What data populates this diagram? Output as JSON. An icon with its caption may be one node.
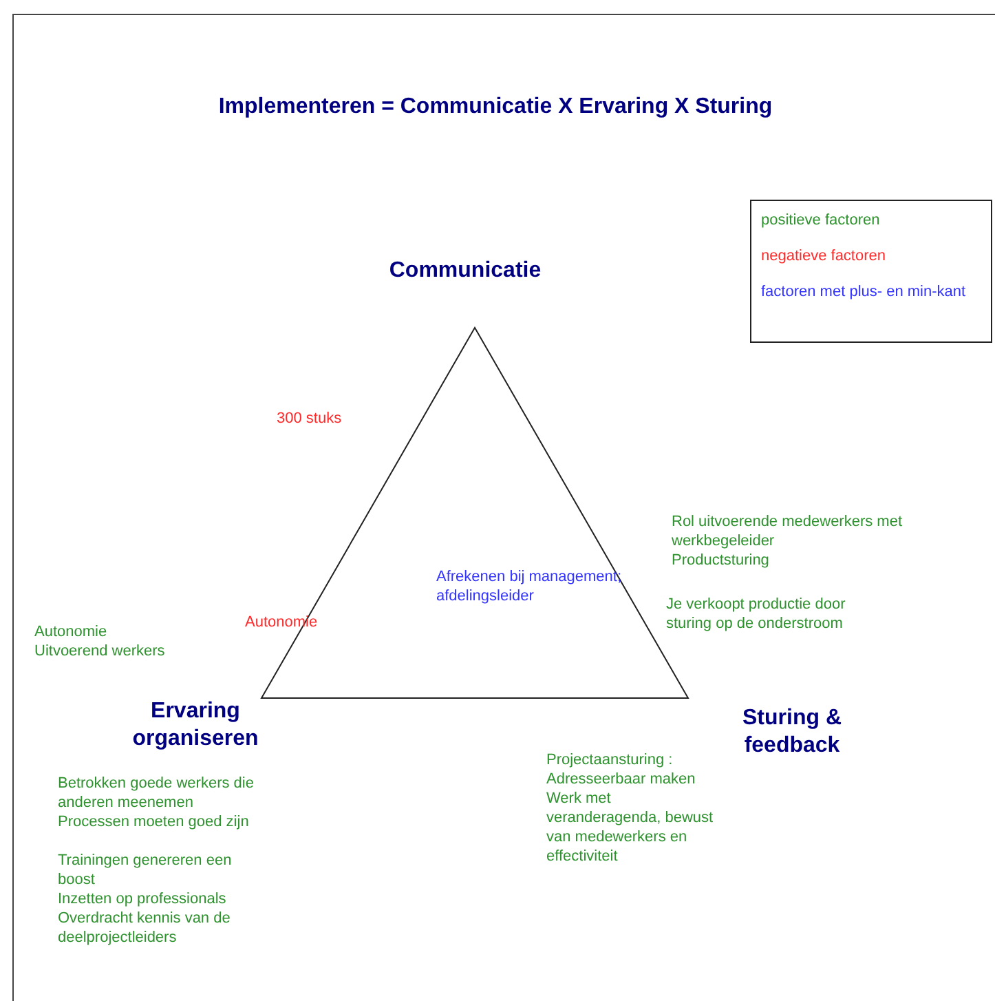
{
  "diagram": {
    "title": "Implementeren = Communicatie X Ervaring X Sturing",
    "nodes": [
      {
        "text": [
          "Afrekenen bij management; afdelingsleider"
        ]
      }
    ],
    "labels": [
      "Communicatie",
      "300 stuks",
      "Rol uitvoerende medewerkers met werkbegeleider",
      "Productsturing",
      "Je verkoopt productie door sturing op de onderstroom",
      "Autonomie",
      "Uitvoerend werkers",
      "Autonomie",
      "Ervaring organiseren",
      "Sturing & feedback",
      "Projectaansturing :",
      "Adresseerbaar maken",
      "Werk met veranderagenda, bewust van medewerkers en effectiviteit",
      "Betrokken goede werkers die anderen meenemen",
      "Processen moeten goed zijn",
      "Trainingen genereren een boost",
      "Inzetten op professionals",
      "Overdracht kennis van de deelprojectleiders"
    ],
    "legend": [
      {
        "text": "positieve factoren",
        "color": "#2e922e"
      },
      {
        "text": "negatieve factoren",
        "color": "#ff2a2a"
      },
      {
        "text": "factoren met plus- en min-kant",
        "color": "#3333ff"
      }
    ]
  }
}
